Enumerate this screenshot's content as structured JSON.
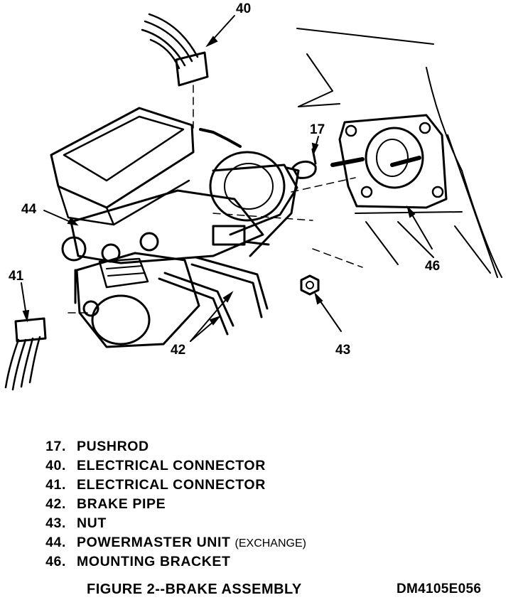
{
  "callouts": {
    "c40": "40",
    "c17": "17",
    "c44": "44",
    "c41": "41",
    "c46": "46",
    "c42": "42",
    "c43": "43"
  },
  "legend": [
    {
      "num": "17.",
      "label": "PUSHROD",
      "note": ""
    },
    {
      "num": "40.",
      "label": "ELECTRICAL CONNECTOR",
      "note": ""
    },
    {
      "num": "41.",
      "label": "ELECTRICAL CONNECTOR",
      "note": ""
    },
    {
      "num": "42.",
      "label": "BRAKE PIPE",
      "note": ""
    },
    {
      "num": "43.",
      "label": "NUT",
      "note": ""
    },
    {
      "num": "44.",
      "label": "POWERMASTER UNIT",
      "note": "(EXCHANGE)"
    },
    {
      "num": "46.",
      "label": "MOUNTING BRACKET",
      "note": ""
    }
  ],
  "caption": "FIGURE 2--BRAKE ASSEMBLY",
  "figure_code": "DM4105E056"
}
